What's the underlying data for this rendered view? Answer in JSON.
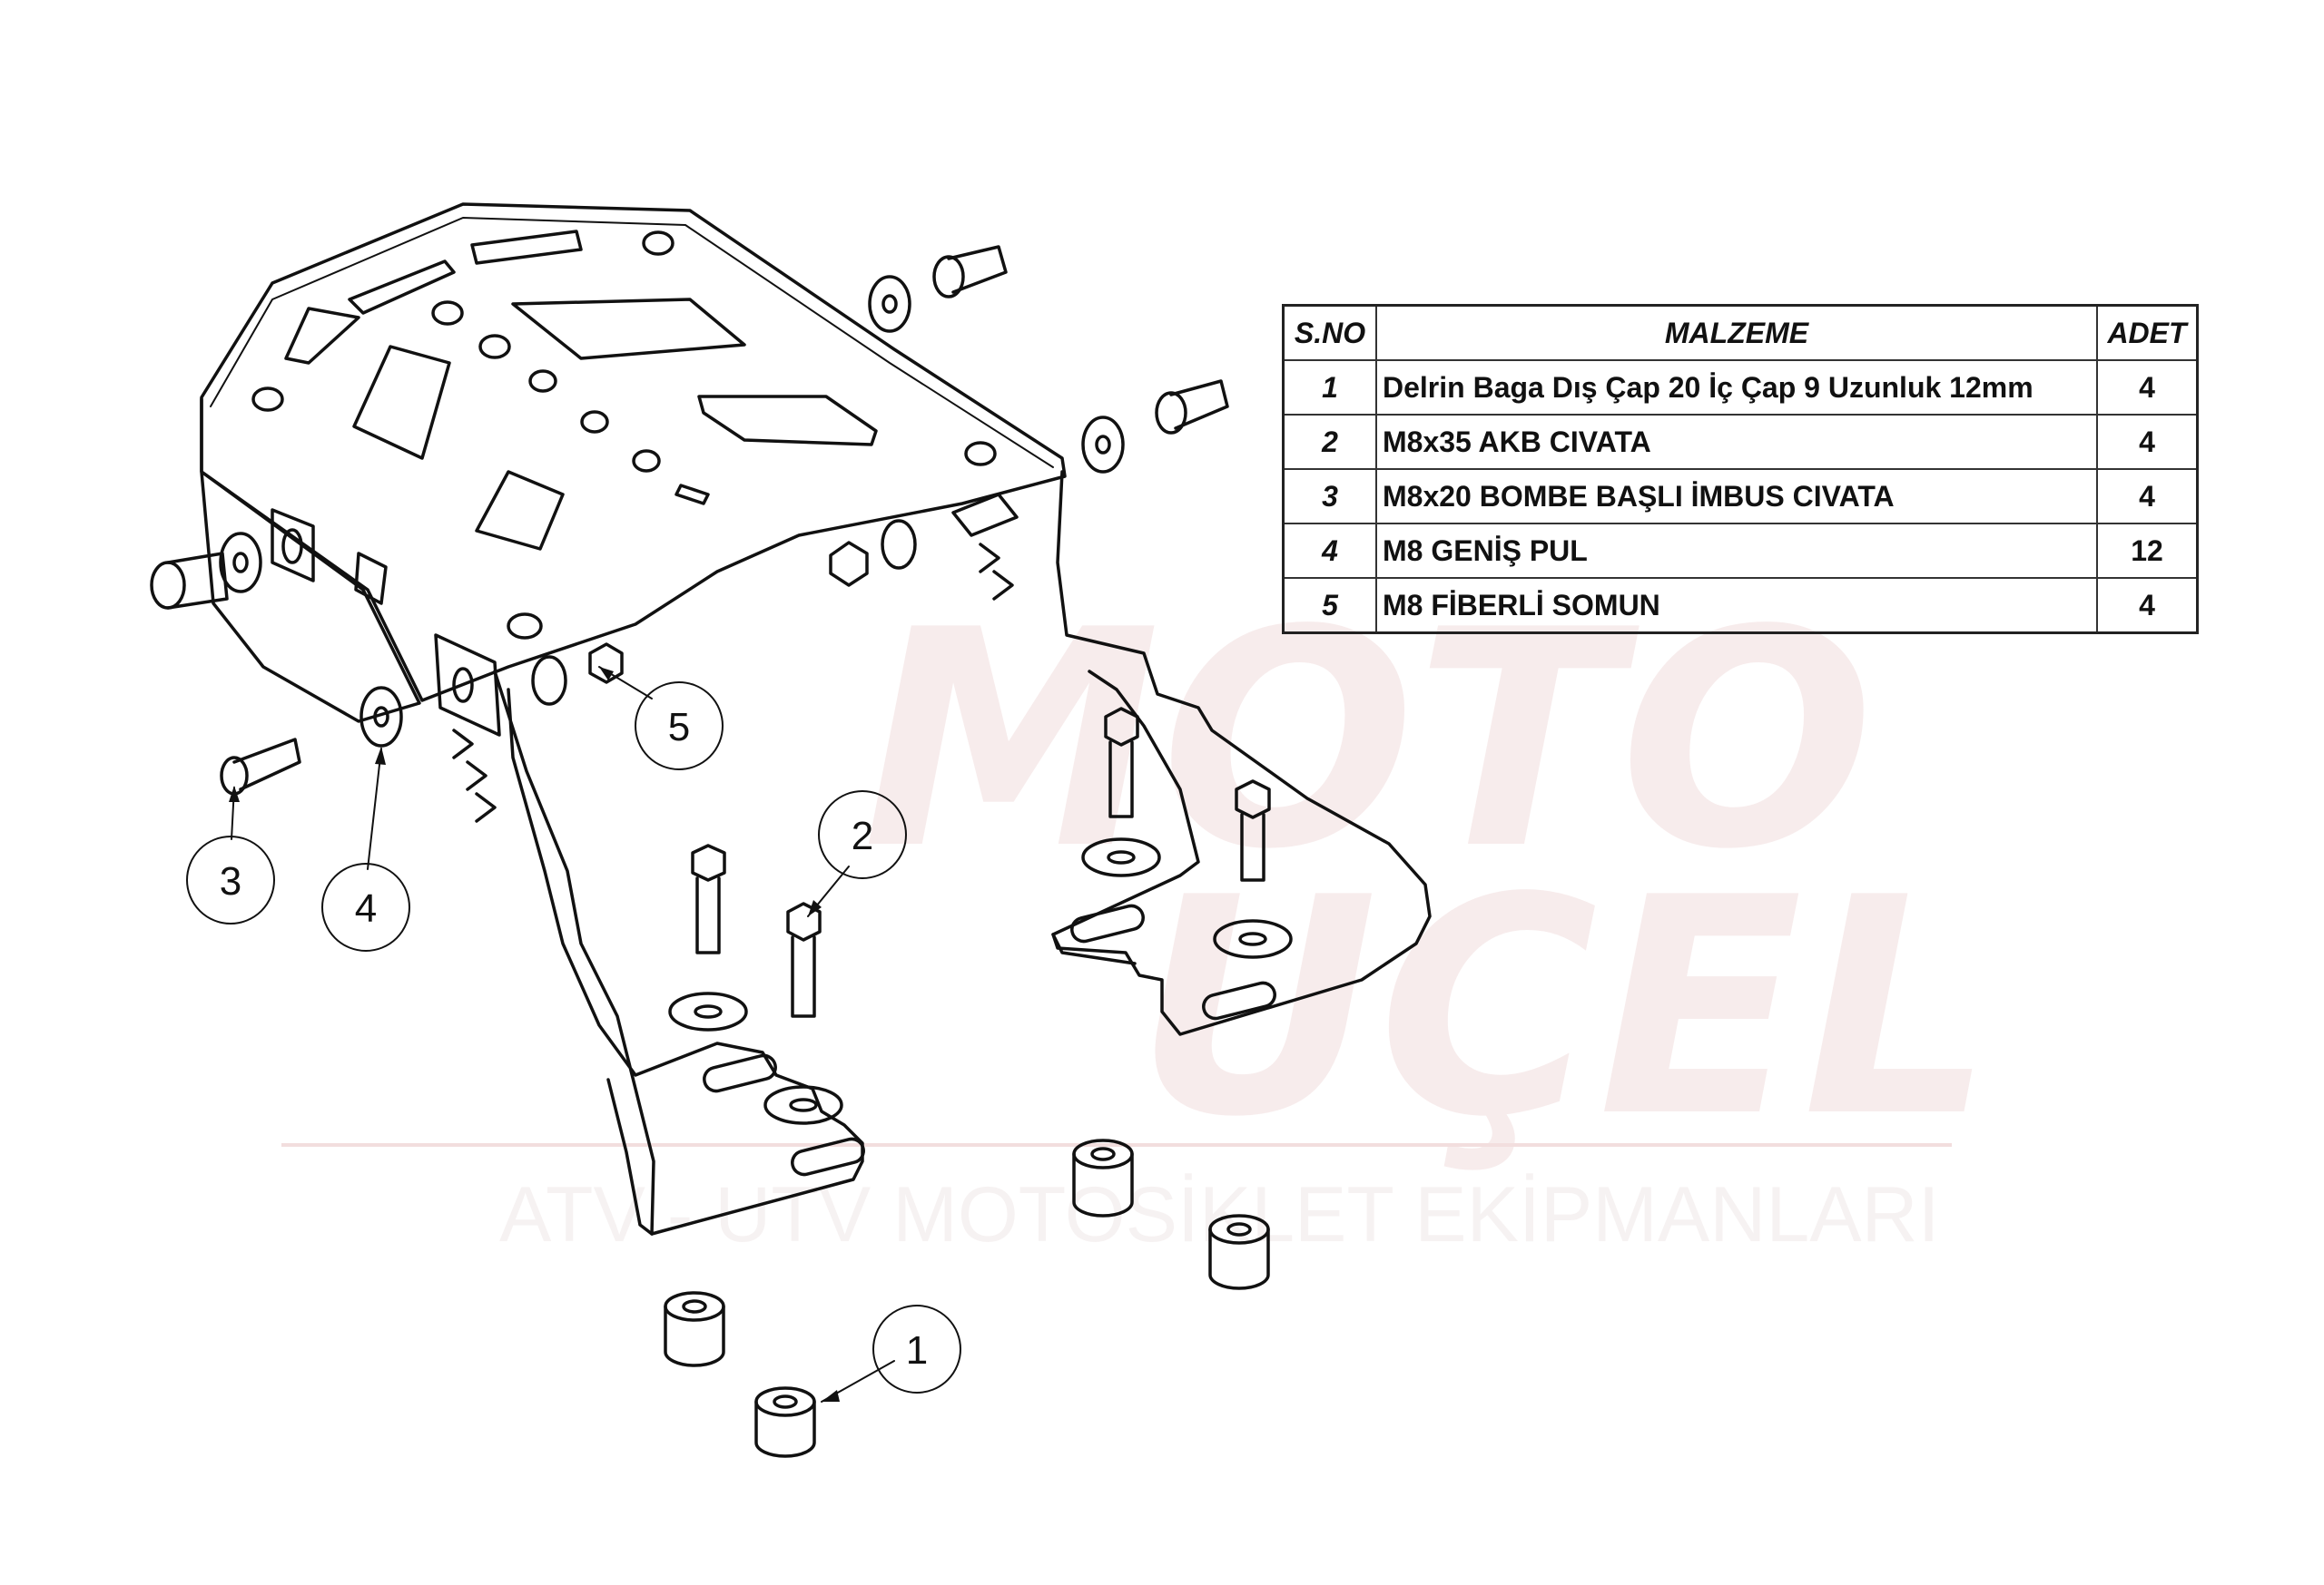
{
  "watermark": {
    "brand_line1": "MOTO",
    "brand_line2": "UÇEL",
    "tagline": "ATV - UTV MOTOSİKLET EKİPMANLARI",
    "color": "#f2dede"
  },
  "callouts": [
    "1",
    "2",
    "3",
    "4",
    "5"
  ],
  "bom": {
    "headers": {
      "no": "S.NO",
      "material": "MALZEME",
      "qty": "ADET"
    },
    "rows": [
      {
        "no": "1",
        "material": "Delrin Baga Dış Çap 20 İç Çap 9 Uzunluk 12mm",
        "qty": "4"
      },
      {
        "no": "2",
        "material": "M8x35 AKB CIVATA",
        "qty": "4"
      },
      {
        "no": "3",
        "material": "M8x20 BOMBE BAŞLI İMBUS CIVATA",
        "qty": "4"
      },
      {
        "no": "4",
        "material": "M8 GENİŞ PUL",
        "qty": "12"
      },
      {
        "no": "5",
        "material": "M8 FİBERLİ SOMUN",
        "qty": "4"
      }
    ]
  },
  "colors": {
    "line": "#111111",
    "background": "#ffffff"
  }
}
